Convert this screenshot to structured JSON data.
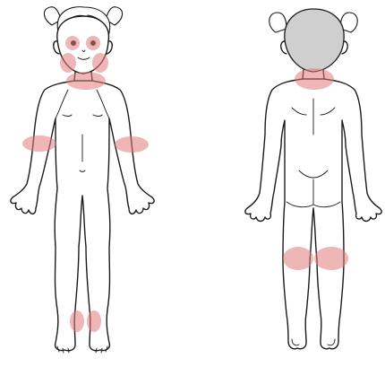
{
  "figures": [
    {
      "view": "front",
      "highlighted_regions": [
        "left-eye",
        "right-eye",
        "left-cheek",
        "right-cheek",
        "neck",
        "right-elbow",
        "left-elbow",
        "right-ankle",
        "left-ankle"
      ]
    },
    {
      "view": "back",
      "highlighted_regions": [
        "neck",
        "right-knee",
        "left-knee"
      ]
    }
  ],
  "colors": {
    "highlight": "#e07a7a",
    "outline": "#1b1b1b",
    "back_head": "#cfcfcf",
    "background": "#ffffff"
  }
}
